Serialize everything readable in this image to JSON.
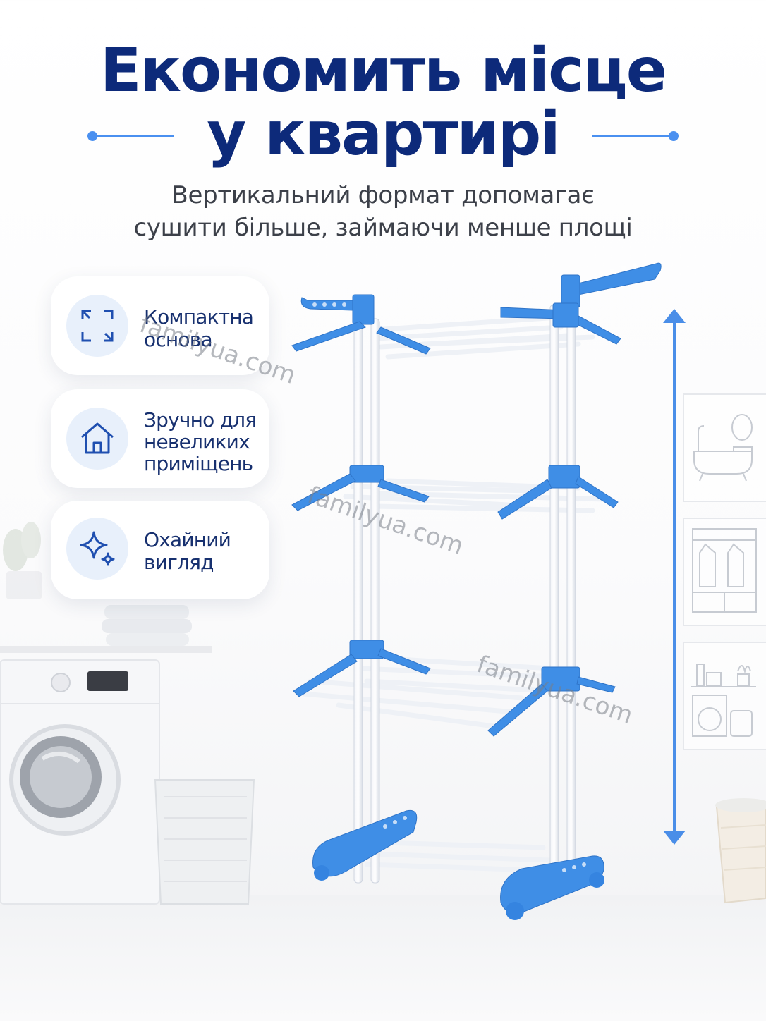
{
  "header": {
    "title_line1": "Економить місце",
    "title_line2": "у квартирі",
    "subtitle_line1": "Вертикальний формат допомагає",
    "subtitle_line2": "сушити більше, займаючи менше площі"
  },
  "features": [
    {
      "icon": "expand-arrows-icon",
      "label_line1": "Компактна",
      "label_line2": "основа"
    },
    {
      "icon": "house-icon",
      "label_line1": "Зручно для",
      "label_line2": "невеликих",
      "label_line3": "приміщень"
    },
    {
      "icon": "sparkle-icon",
      "label_line1": "Охайний",
      "label_line2": "вигляд"
    }
  ],
  "watermark": "familyua.com",
  "room_icons": [
    "bathroom-icon",
    "wardrobe-icon",
    "laundry-room-icon"
  ],
  "colors": {
    "title": "#0d2a7a",
    "accent": "#4a90f0",
    "product_blue": "#3f8ee6",
    "card_label": "#17306f",
    "icon_bg": "#e8f0fb"
  }
}
